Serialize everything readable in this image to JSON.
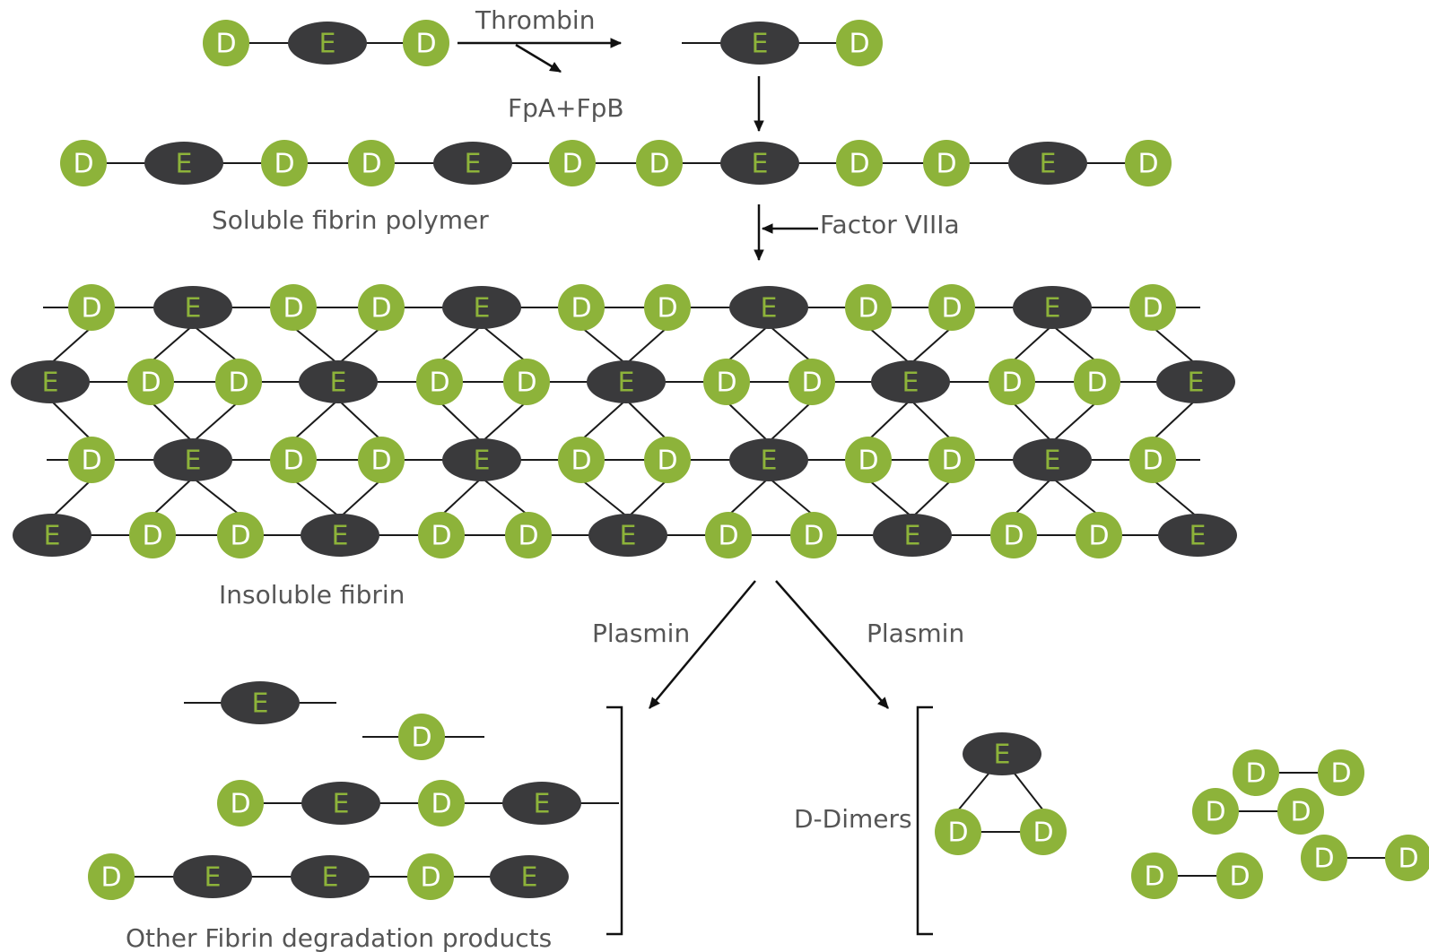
{
  "colors": {
    "d_fill": "#8db33a",
    "d_text": "#ffffff",
    "e_fill": "#3a3a3c",
    "e_text": "#8db33a",
    "line": "#1a1a1a",
    "label": "#555555"
  },
  "node_labels": {
    "d": "D",
    "e": "E"
  },
  "labels": {
    "thrombin": "Thrombin",
    "fpa_fpb": "FpA+FpB",
    "soluble": "Soluble fibrin polymer",
    "factor": "Factor VIIIa",
    "insoluble": "Insoluble fibrin",
    "plasmin_left": "Plasmin",
    "plasmin_right": "Plasmin",
    "other_products": "Other Fibrin degradation products",
    "d_dimers": "D-Dimers"
  }
}
